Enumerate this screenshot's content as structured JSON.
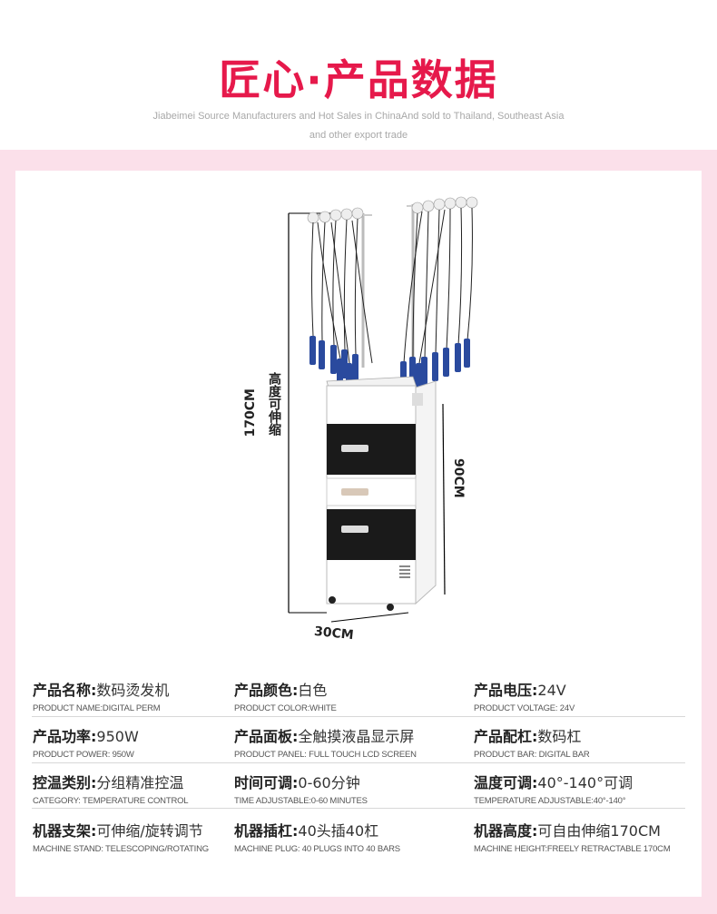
{
  "header": {
    "title": "匠心·产品数据",
    "subtitle": "Jiabeimei Source Manufacturers and Hot Sales in ChinaAnd sold to Thailand, Southeast Asia and other export trade"
  },
  "dimensions": {
    "height_cn": "高度可伸缩",
    "height_value": "170CM",
    "body_height": "90CM",
    "width": "30CM"
  },
  "specs": [
    {
      "label": "产品名称:",
      "value": "数码烫发机",
      "en": "PRODUCT NAME:DIGITAL PERM"
    },
    {
      "label": "产品颜色:",
      "value": "白色",
      "en": "PRODUCT COLOR:WHITE"
    },
    {
      "label": "产品电压:",
      "value": "24V",
      "en": "PRODUCT VOLTAGE: 24V"
    },
    {
      "label": "产品功率:",
      "value": "950W",
      "en": "PRODUCT POWER: 950W"
    },
    {
      "label": "产品面板:",
      "value": "全触摸液晶显示屏",
      "en": "PRODUCT PANEL: FULL TOUCH LCD SCREEN"
    },
    {
      "label": "产品配杠:",
      "value": "数码杠",
      "en": "PRODUCT BAR: DIGITAL BAR"
    },
    {
      "label": "控温类别:",
      "value": "分组精准控温",
      "en": "CATEGORY: TEMPERATURE CONTROL"
    },
    {
      "label": "时间可调:",
      "value": "0-60分钟",
      "en": "TIME ADJUSTABLE:0-60 MINUTES"
    },
    {
      "label": "温度可调:",
      "value": "40°-140°可调",
      "en": "TEMPERATURE ADJUSTABLE:40°-140°"
    },
    {
      "label": "机器支架:",
      "value": "可伸缩/旋转调节",
      "en": "MACHINE STAND: TELESCOPING/ROTATING"
    },
    {
      "label": "机器插杠:",
      "value": "40头插40杠",
      "en": "MACHINE PLUG: 40 PLUGS INTO 40 BARS"
    },
    {
      "label": "机器高度:",
      "value": "可自由伸缩170CM",
      "en": "MACHINE HEIGHT:FREELY RETRACTABLE 170CM"
    }
  ],
  "colors": {
    "accent": "#e6194b",
    "frame": "#fbe0ea"
  }
}
